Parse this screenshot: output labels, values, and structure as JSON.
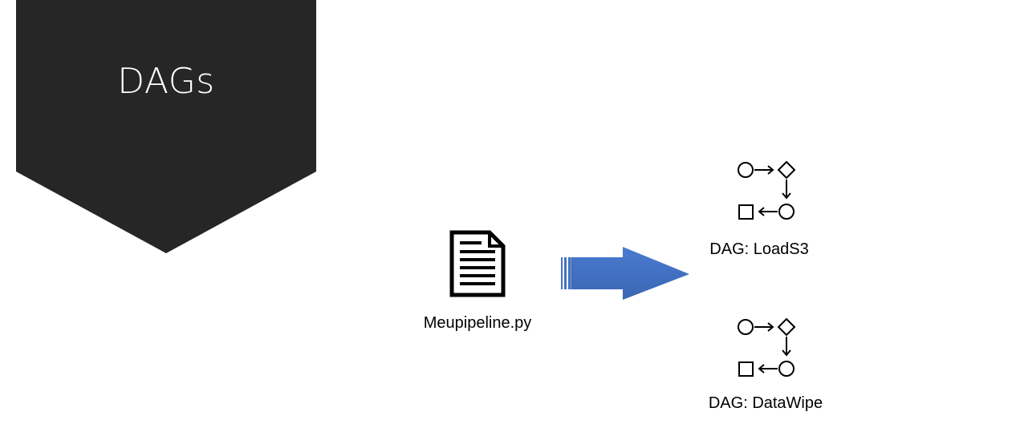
{
  "slide": {
    "title": "DAGs",
    "banner_color": "#262626"
  },
  "source_file": {
    "icon": "python-file-icon",
    "label": "Meupipeline.py"
  },
  "arrow": {
    "icon": "right-arrow-icon",
    "color": "#4472C4"
  },
  "dags": [
    {
      "icon": "dag-graph-icon",
      "label": "DAG: LoadS3"
    },
    {
      "icon": "dag-graph-icon",
      "label": "DAG: DataWipe"
    }
  ]
}
